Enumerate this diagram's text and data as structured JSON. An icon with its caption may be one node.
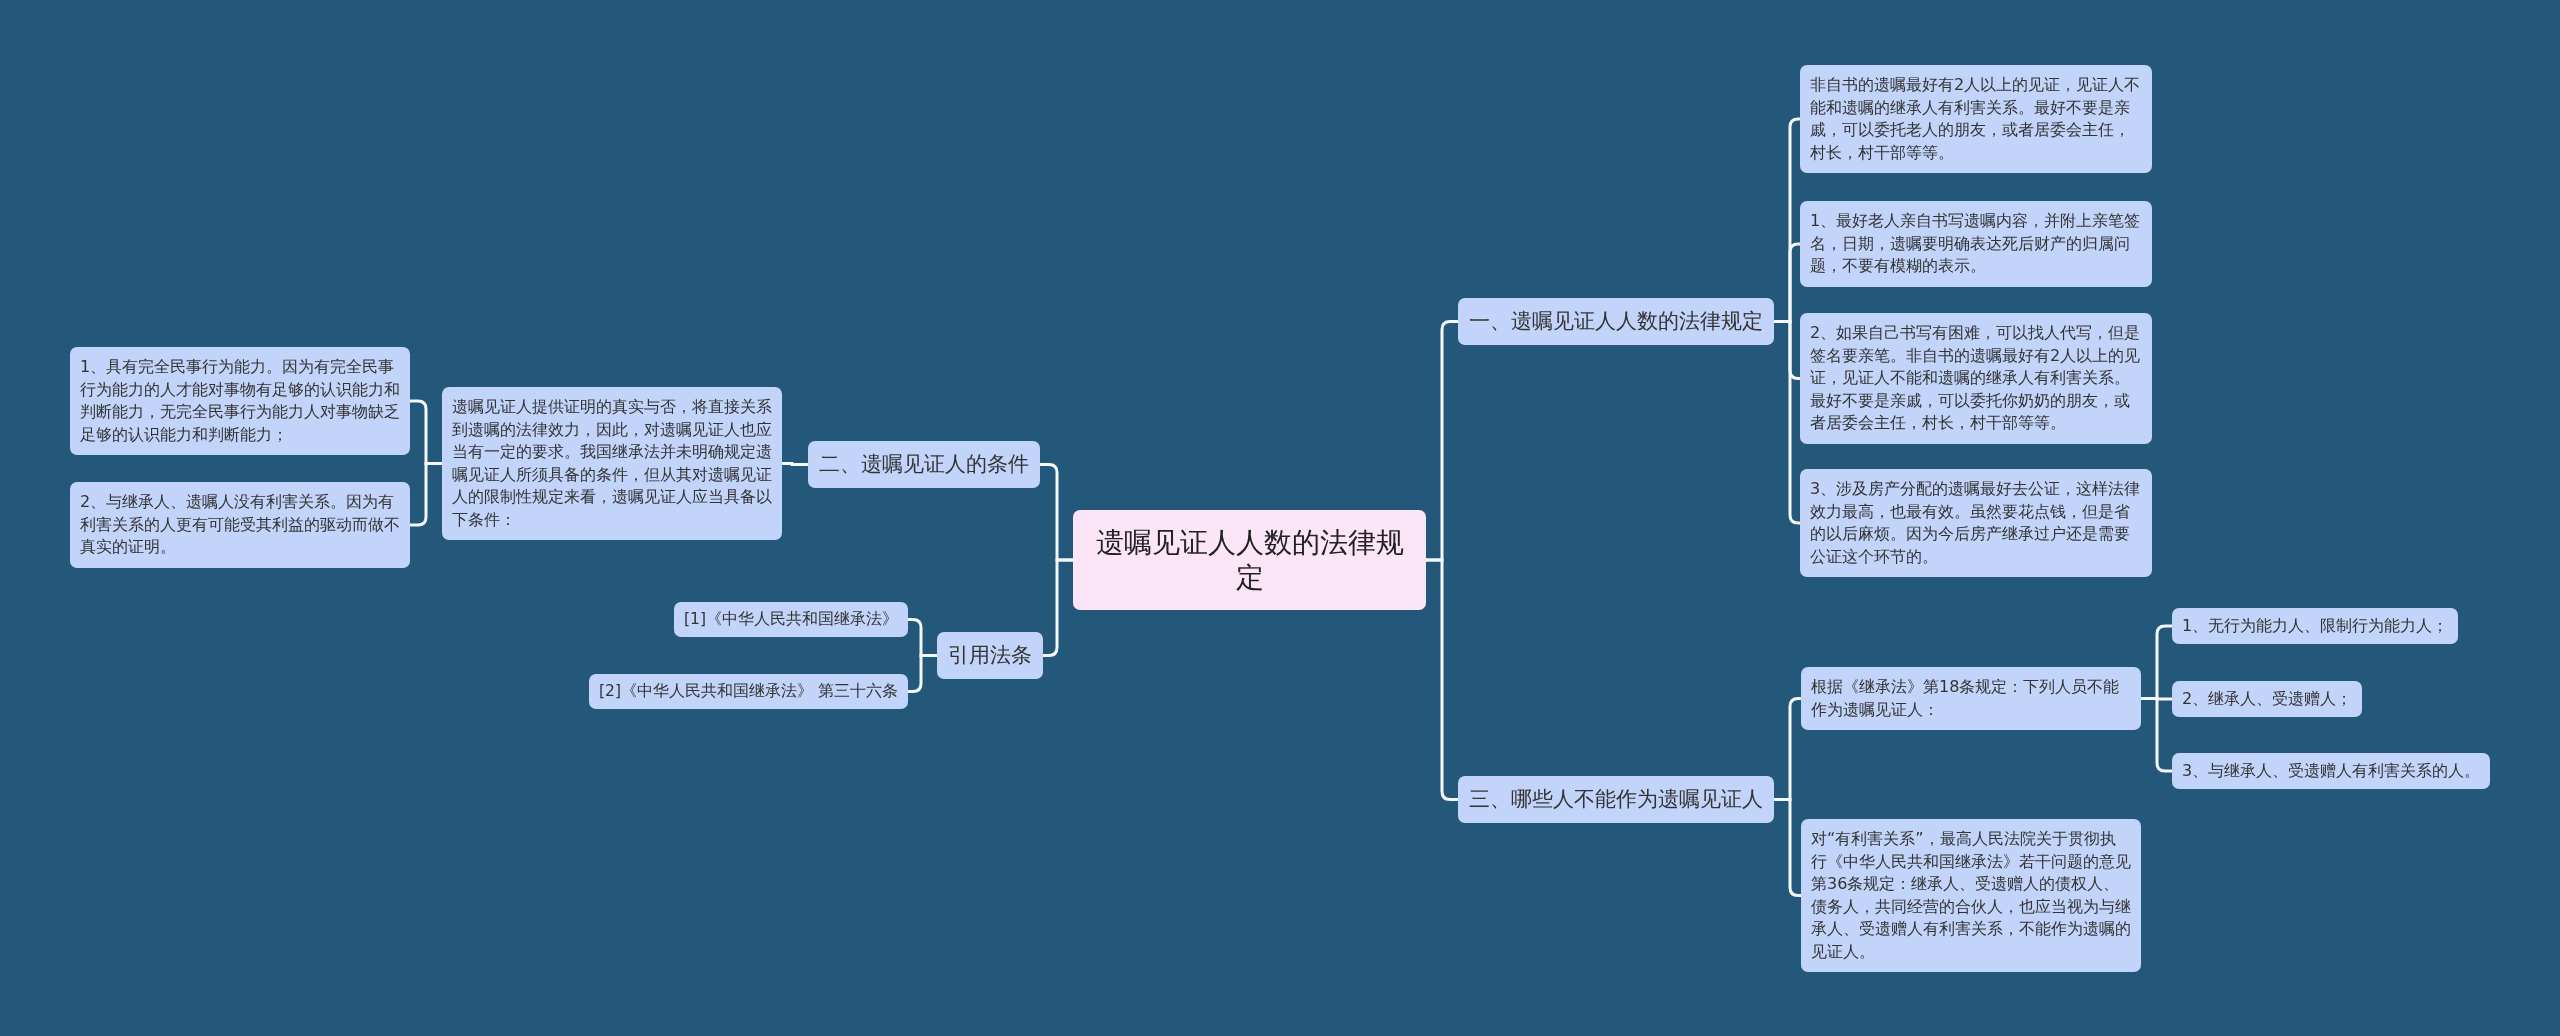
{
  "diagram": {
    "nodes": [
      {
        "text": [
          "遗嘱见证人人数的法律规定"
        ]
      },
      {
        "text": [
          "二、遗嘱见证人的条件"
        ]
      },
      {
        "text": [
          "遗嘱见证人提供证明的真实与否，将直接关系到遗嘱的法律效力，因此，对遗嘱见证人也应当有一定的要求。我国继承法并未明确规定遗嘱见证人所须具备的条件，但从其对遗嘱见证人的限制性规定来看，遗嘱见证人应当具备以下条件："
        ]
      },
      {
        "text": [
          "1、具有完全民事行为能力。因为有完全民事行为能力的人才能对事物有足够的认识能力和判断能力，无完全民事行为能力人对事物缺乏足够的认识能力和判断能力；"
        ]
      },
      {
        "text": [
          "2、与继承人、遗嘱人没有利害关系。因为有利害关系的人更有可能受其利益的驱动而做不真实的证明。"
        ]
      },
      {
        "text": [
          "引用法条"
        ]
      },
      {
        "text": [
          "[1]《中华人民共和国继承法》"
        ]
      },
      {
        "text": [
          "[2]《中华人民共和国继承法》 第三十六条"
        ]
      },
      {
        "text": [
          "一、遗嘱见证人人数的法律规定"
        ]
      },
      {
        "text": [
          "非自书的遗嘱最好有2人以上的见证，见证人不能和遗嘱的继承人有利害关系。最好不要是亲戚，可以委托老人的朋友，或者居委会主任，村长，村干部等等。"
        ]
      },
      {
        "text": [
          "1、最好老人亲自书写遗嘱内容，并附上亲笔签名，日期，遗嘱要明确表达死后财产的归属问题，不要有模糊的表示。"
        ]
      },
      {
        "text": [
          "2、如果自己书写有困难，可以找人代写，但是签名要亲笔。非自书的遗嘱最好有2人以上的见证，见证人不能和遗嘱的继承人有利害关系。最好不要是亲戚，可以委托你奶奶的朋友，或者居委会主任，村长，村干部等等。"
        ]
      },
      {
        "text": [
          "3、涉及房产分配的遗嘱最好去公证，这样法律效力最高，也最有效。虽然要花点钱，但是省的以后麻烦。因为今后房产继承过户还是需要公证这个环节的。"
        ]
      },
      {
        "text": [
          "三、哪些人不能作为遗嘱见证人"
        ]
      },
      {
        "text": [
          "根据《继承法》第18条规定：下列人员不能作为遗嘱见证人："
        ]
      },
      {
        "text": [
          "1、无行为能力人、限制行为能力人；"
        ]
      },
      {
        "text": [
          "2、继承人、受遗赠人；"
        ]
      },
      {
        "text": [
          "3、与继承人、受遗赠人有利害关系的人。"
        ]
      },
      {
        "text": [
          "对“有利害关系”，最高人民法院关于贯彻执行《中华人民共和国继承法》若干问题的意见第36条规定：继承人、受遗赠人的债权人、债务人，共同经营的合伙人，也应当视为与继承人、受遗赠人有利害关系，不能作为遗嘱的见证人。"
        ]
      }
    ],
    "edges": [
      {
        "from": 0,
        "to": 1,
        "arrow": "none"
      },
      {
        "from": 1,
        "to": 2,
        "arrow": "none"
      },
      {
        "from": 2,
        "to": 3,
        "arrow": "none"
      },
      {
        "from": 2,
        "to": 4,
        "arrow": "none"
      },
      {
        "from": 0,
        "to": 5,
        "arrow": "none"
      },
      {
        "from": 5,
        "to": 6,
        "arrow": "none"
      },
      {
        "from": 5,
        "to": 7,
        "arrow": "none"
      },
      {
        "from": 0,
        "to": 8,
        "arrow": "none"
      },
      {
        "from": 8,
        "to": 9,
        "arrow": "none"
      },
      {
        "from": 8,
        "to": 10,
        "arrow": "none"
      },
      {
        "from": 8,
        "to": 11,
        "arrow": "none"
      },
      {
        "from": 8,
        "to": 12,
        "arrow": "none"
      },
      {
        "from": 0,
        "to": 13,
        "arrow": "none"
      },
      {
        "from": 13,
        "to": 14,
        "arrow": "none"
      },
      {
        "from": 14,
        "to": 15,
        "arrow": "none"
      },
      {
        "from": 14,
        "to": 16,
        "arrow": "none"
      },
      {
        "from": 14,
        "to": 17,
        "arrow": "none"
      },
      {
        "from": 13,
        "to": 18,
        "arrow": "none"
      }
    ]
  }
}
